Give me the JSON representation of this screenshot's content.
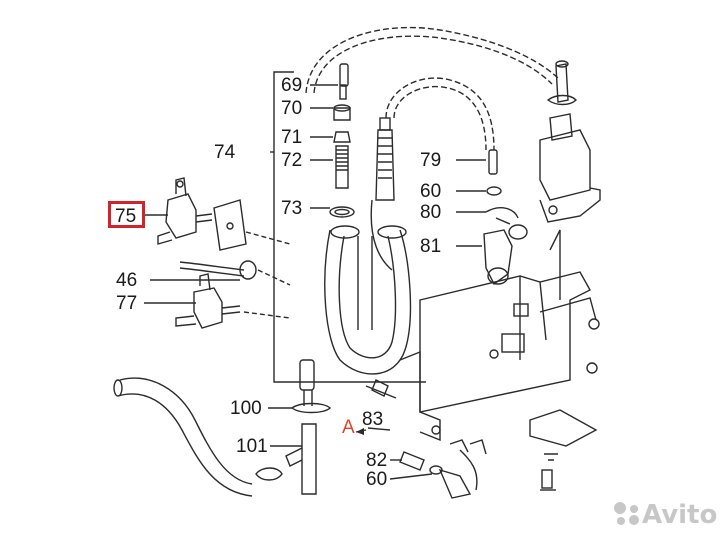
{
  "labels": {
    "p69": "69",
    "p70": "70",
    "p71": "71",
    "p72": "72",
    "p73": "73",
    "p74": "74",
    "p75": "75",
    "p46": "46",
    "p77": "77",
    "p79": "79",
    "p60a": "60",
    "p80": "80",
    "p81": "81",
    "p100": "100",
    "p101": "101",
    "p83": "83",
    "p82": "82",
    "p60b": "60",
    "pA": "A"
  },
  "watermark": {
    "text": "Avito",
    "icon": "avito-dots-logo"
  },
  "colors": {
    "line": "#2b2b2b",
    "highlight": "#d2232a",
    "arrow_a": "#d9482b"
  }
}
